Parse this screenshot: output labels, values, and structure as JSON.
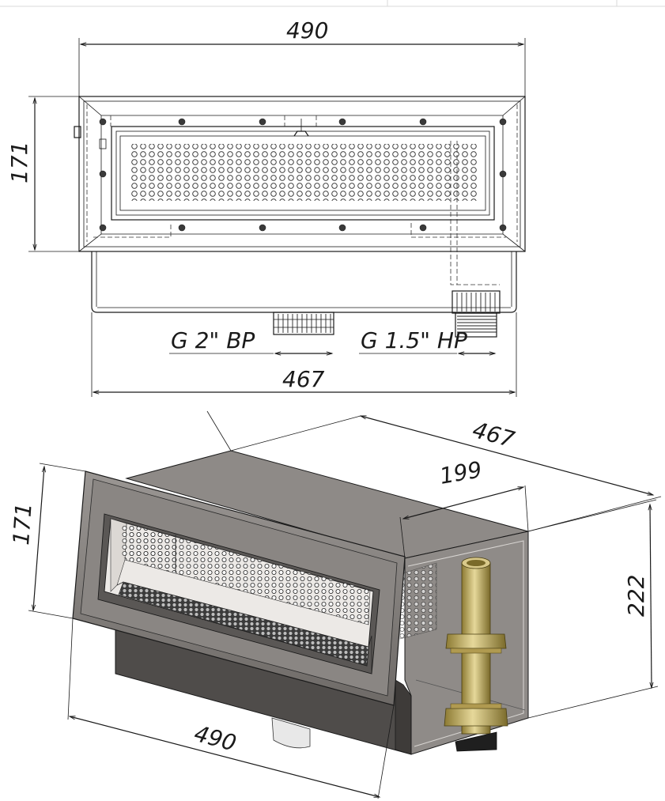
{
  "top_view": {
    "width_label": "490",
    "height_label": "171",
    "port_left_label": "G 2\" ВР",
    "port_right_label": "G 1.5\" НР",
    "body_width_label": "467"
  },
  "iso_view": {
    "depth_label": "467",
    "box_label": "199",
    "height_label": "171",
    "body_height_label": "222",
    "width_label": "490"
  },
  "colors": {
    "line": "#1a1a1a",
    "body_top": "#8e8a87",
    "body_side": "#6f6b68",
    "frame": "#7f7b78",
    "brass": "#c8b46a"
  }
}
